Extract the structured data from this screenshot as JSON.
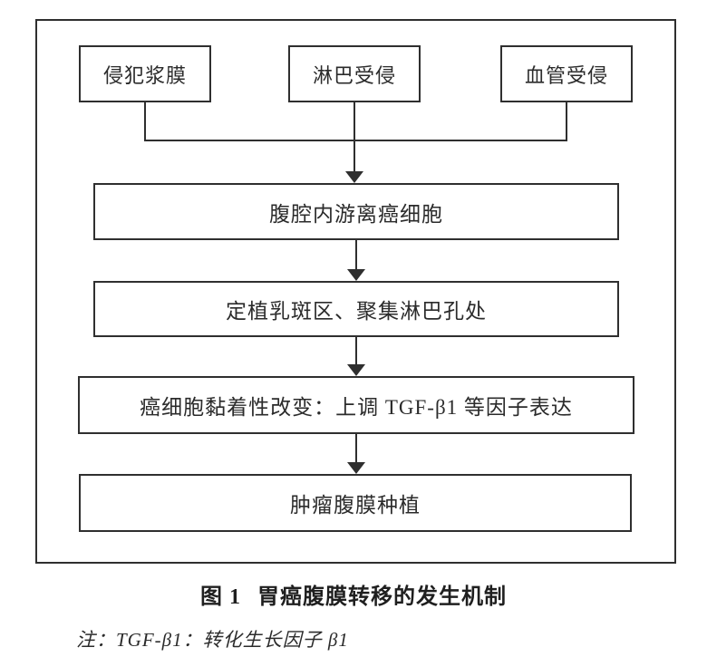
{
  "figure": {
    "caption_number": "图 1",
    "caption_title": "胃癌腹膜转移的发生机制",
    "note": "注：TGF-β1：转化生长因子 β1"
  },
  "colors": {
    "line": "#2f2f2f",
    "text": "#2b2b2b",
    "background": "#ffffff"
  },
  "flowchart": {
    "sources": [
      {
        "label": "侵犯浆膜"
      },
      {
        "label": "淋巴受侵"
      },
      {
        "label": "血管受侵"
      }
    ],
    "steps": [
      {
        "label": "腹腔内游离癌细胞"
      },
      {
        "label": "定植乳斑区、聚集淋巴孔处"
      },
      {
        "label": "癌细胞黏着性改变：上调 TGF-β1 等因子表达"
      },
      {
        "label": "肿瘤腹膜种植"
      }
    ]
  }
}
